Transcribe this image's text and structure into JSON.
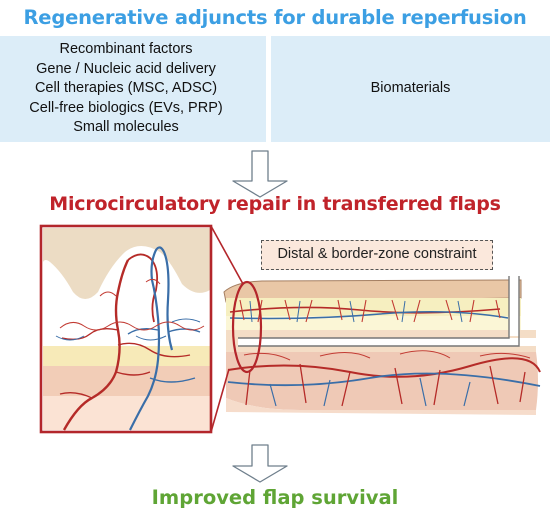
{
  "header": {
    "title": "Regenerative adjuncts for durable reperfusion"
  },
  "adjuncts": {
    "items": [
      "Recombinant factors",
      "Gene / Nucleic acid delivery",
      "Cell therapies (MSC, ADSC)",
      "Cell-free biologics (EVs, PRP)",
      "Small molecules"
    ],
    "biomaterials_label": "Biomaterials"
  },
  "middle": {
    "title": "Microcirculatory repair in transferred flaps",
    "callout": "Distal & border-zone constraint"
  },
  "outcome": {
    "title": "Improved flap survival"
  },
  "colors": {
    "title_blue": "#3c9fe3",
    "title_red": "#c0232a",
    "title_green": "#5fa535",
    "panel_bg": "#dcedf8",
    "artery_red": "#b52b28",
    "vein_blue": "#3a6ea8",
    "frame_red": "#b3262b"
  }
}
